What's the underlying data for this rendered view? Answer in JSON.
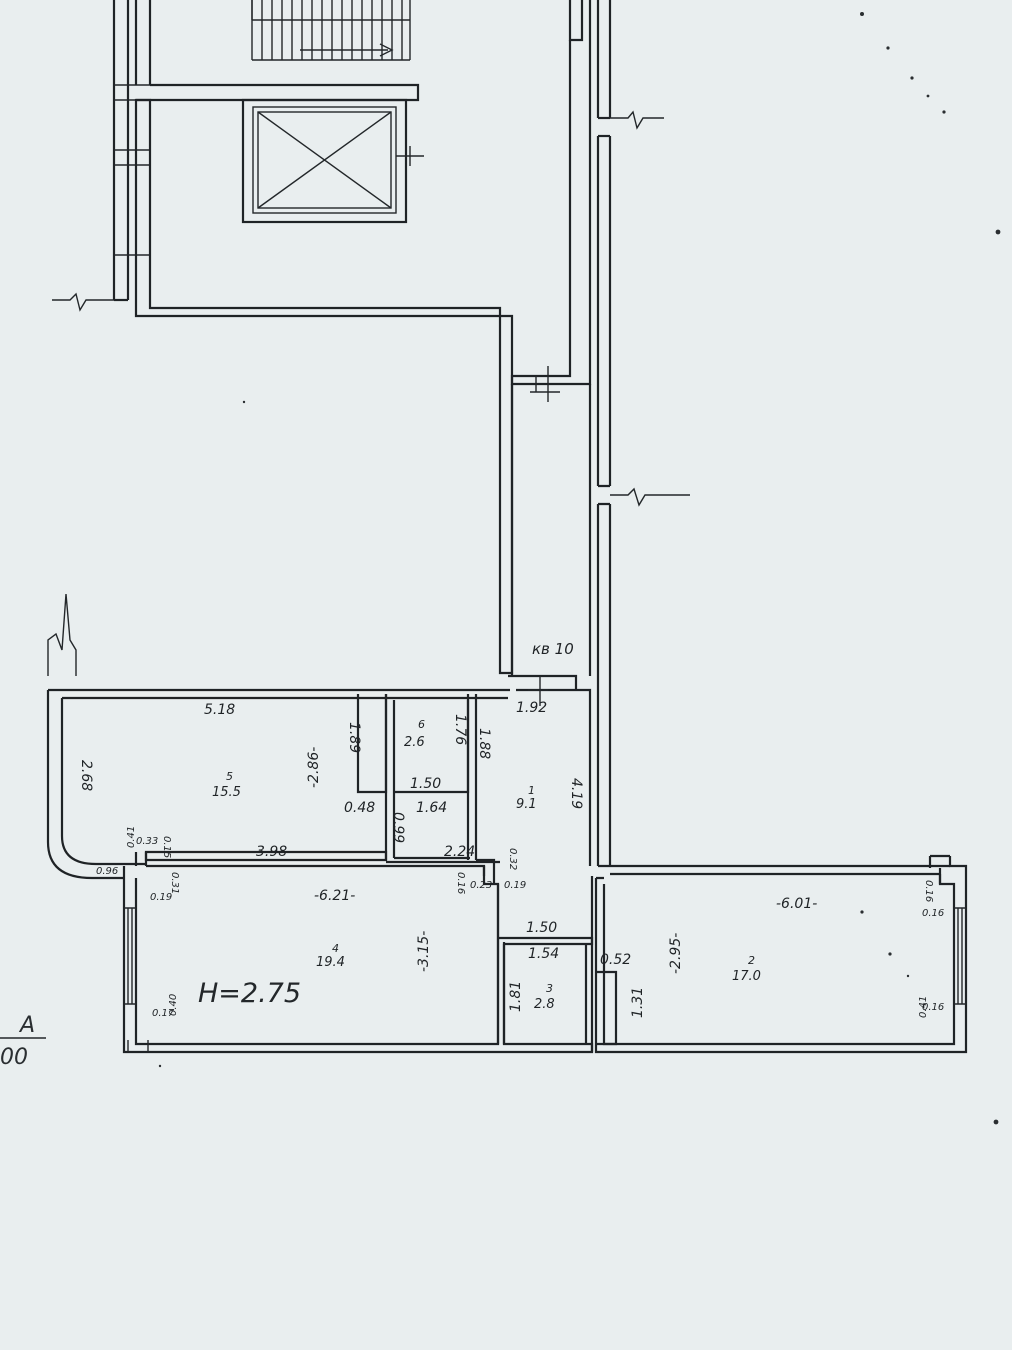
{
  "plan": {
    "apartment_label": "кв 10",
    "ceiling_height": "H=2.75",
    "axis_letter": "A",
    "axis_fragment": "00",
    "rooms": [
      {
        "id": "1",
        "number": "1",
        "area": "9.1"
      },
      {
        "id": "2",
        "number": "2",
        "area": "17.0"
      },
      {
        "id": "3",
        "number": "3",
        "area": "2.8"
      },
      {
        "id": "4",
        "number": "4",
        "area": "19.4"
      },
      {
        "id": "5",
        "number": "5",
        "area": "15.5"
      },
      {
        "id": "6",
        "number": "6",
        "area": "2.6"
      }
    ],
    "dimensions": {
      "d_5_18": "5.18",
      "d_2_68": "2.68",
      "d_2_86": "-2.86-",
      "d_1_89": "1.89",
      "d_1_76": "1.76",
      "d_1_88": "1.88",
      "d_1_92": "1.92",
      "d_1_50_top": "1.50",
      "d_0_48": "0.48",
      "d_1_64": "1.64",
      "d_4_19": "4.19",
      "d_0_99": "0.99",
      "d_3_98": "3.98",
      "d_2_24": "2.24",
      "d_0_32": "0.32",
      "d_0_33": "0.33",
      "d_0_15": "0.15",
      "d_0_41_left": "0.41",
      "d_0_96": "0.96",
      "d_0_19_left": "0.19",
      "d_0_31": "0.31",
      "d_6_21": "-6.21-",
      "d_0_16_mid": "0.16",
      "d_0_23": "0.23",
      "d_0_19_mid": "0.19",
      "d_3_15": "-3.15-",
      "d_0_17": "0.17",
      "d_0_40": "0.40",
      "d_1_50_mid": "1.50",
      "d_1_54": "1.54",
      "d_1_81": "1.81",
      "d_0_52": "0.52",
      "d_1_31": "1.31",
      "d_2_95": "-2.95-",
      "d_6_01": "-6.01-",
      "d_0_16_r1": "0.16",
      "d_0_16_r2": "0.16",
      "d_0_16_r3": "0.16",
      "d_0_41_right": "0.41"
    }
  }
}
